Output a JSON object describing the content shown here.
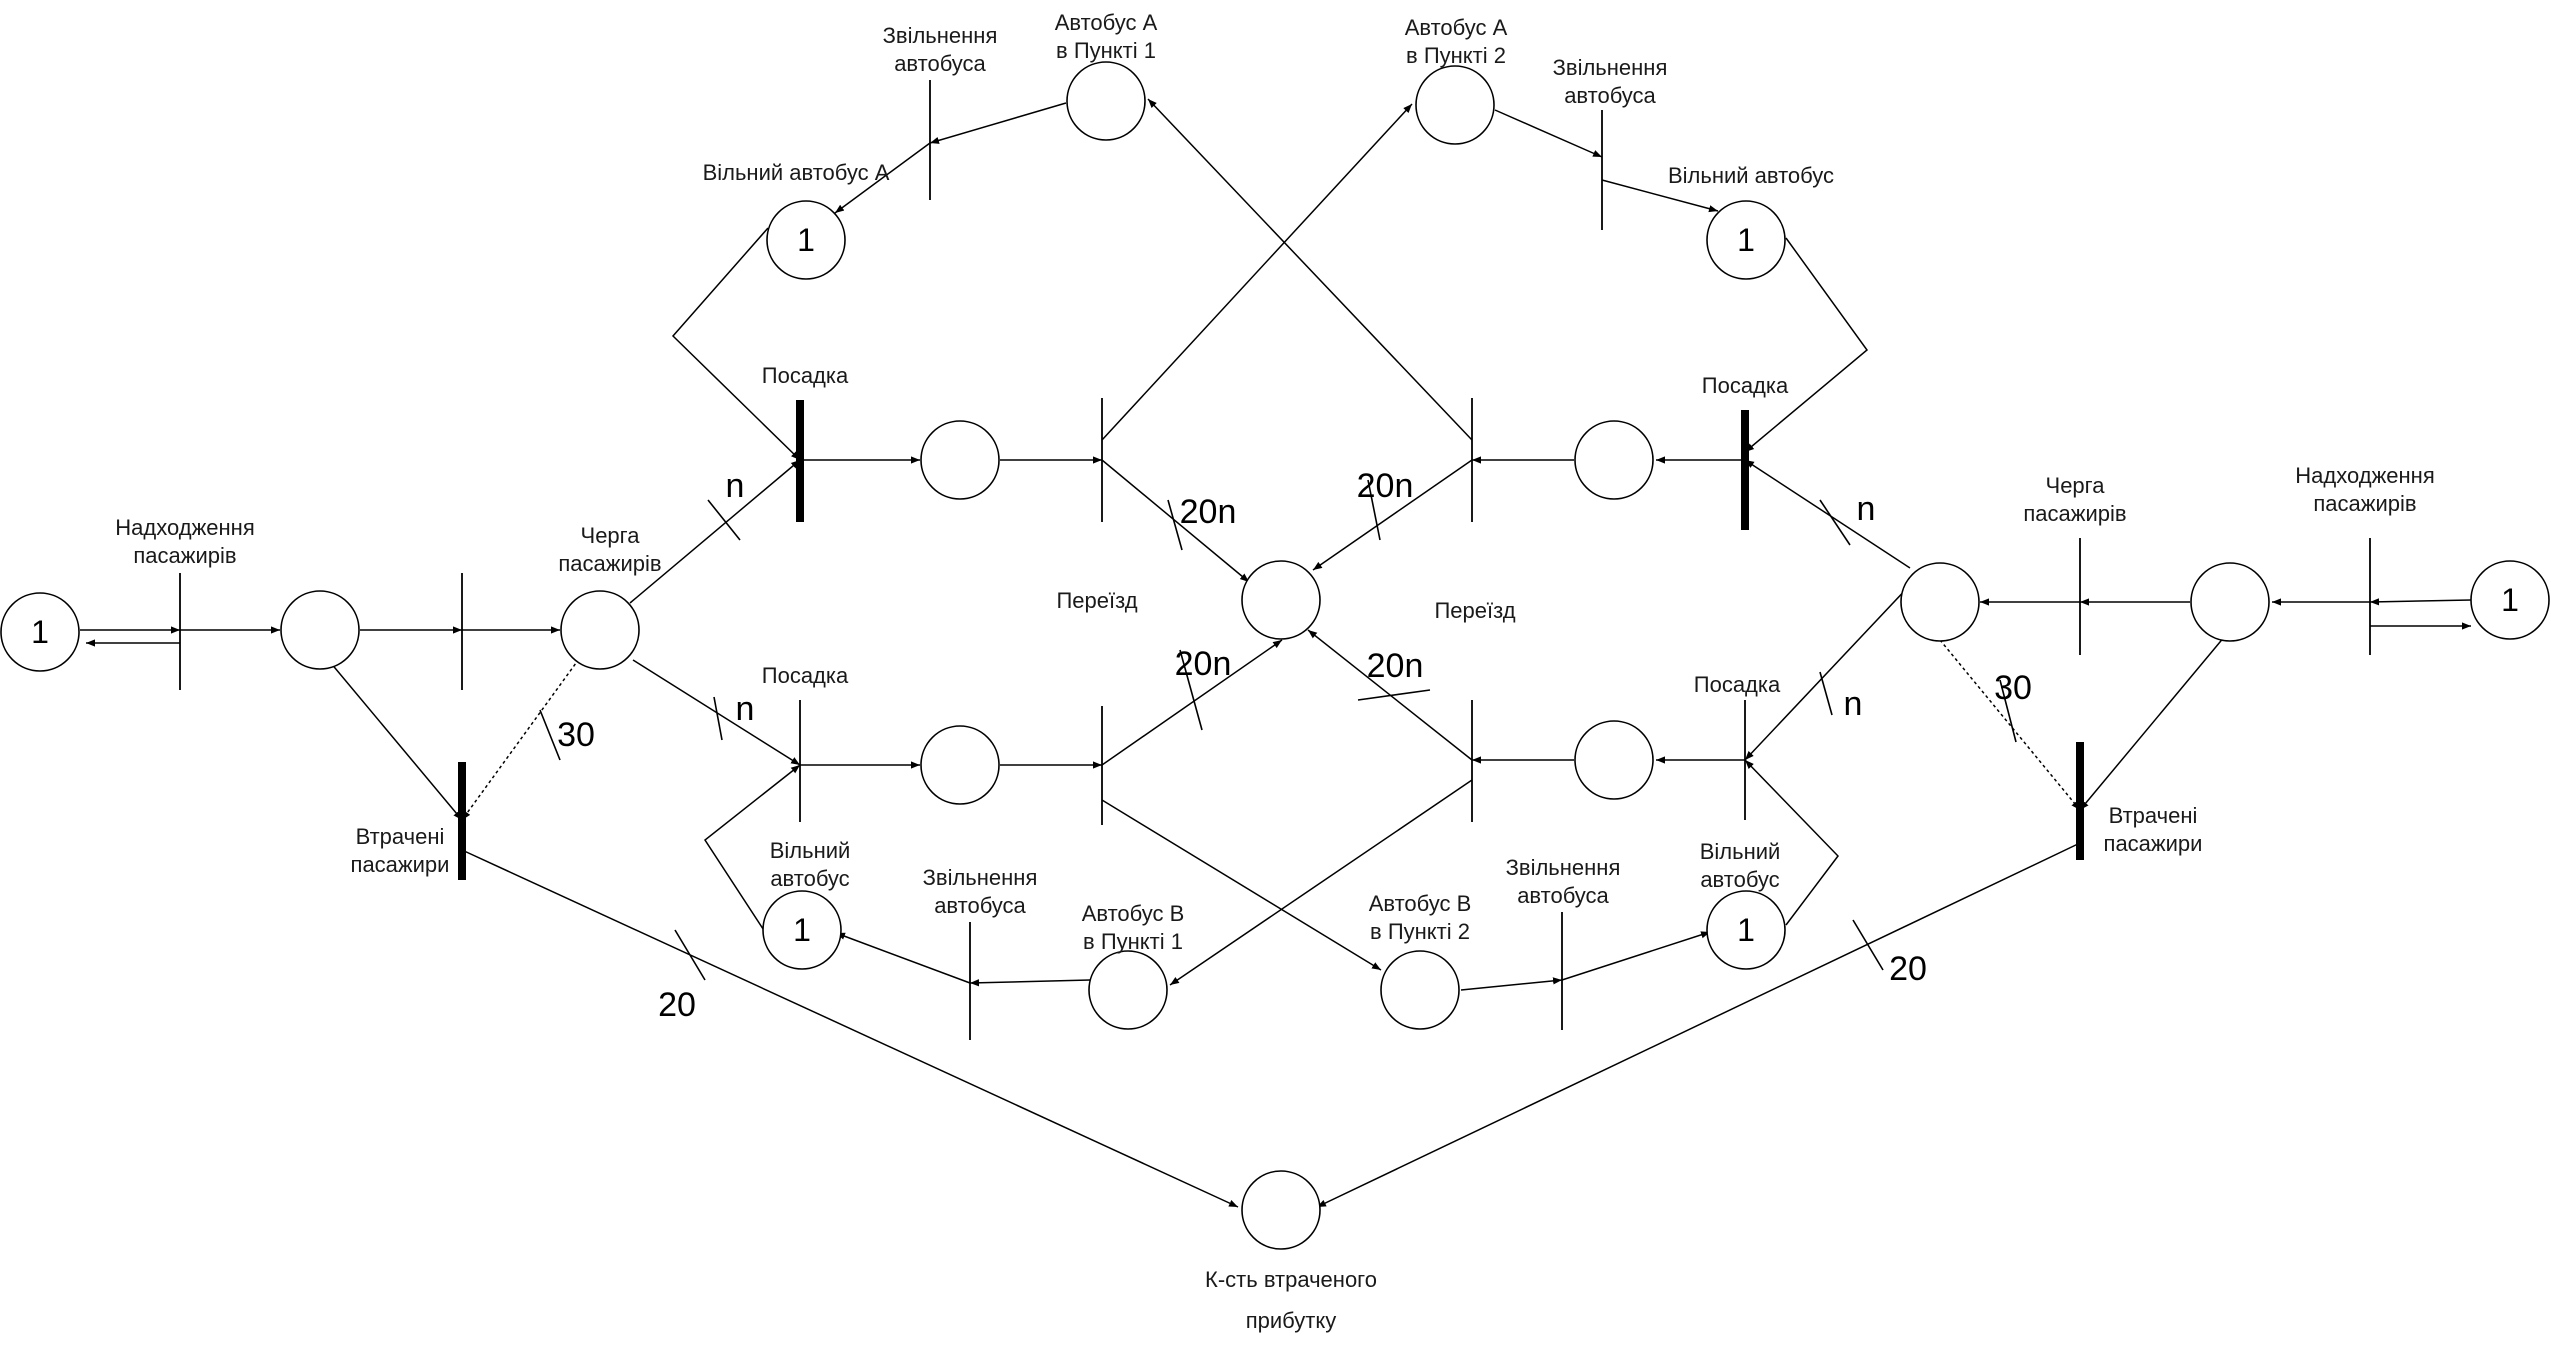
{
  "labels": {
    "arrival_left": [
      "Надходження",
      "пасажирів"
    ],
    "queue_left": [
      "Черга",
      "пасажирів"
    ],
    "lost_left": [
      "Втрачені",
      "пасажири"
    ],
    "boarding_top_left": "Посадка",
    "boarding_bottom_left": "Посадка",
    "boarding_top_right": "Посадка",
    "boarding_bottom_right": "Посадка",
    "bus_a_point1": [
      "Автобус А",
      "в Пункті 1"
    ],
    "bus_a_point2": [
      "Автобус А",
      "в Пункті 2"
    ],
    "release_a_left": [
      "Звільнення",
      "автобуса"
    ],
    "release_a_right": [
      "Звільнення",
      "автобуса"
    ],
    "free_bus_a": "Вільний автобус А",
    "free_bus_top_right": "Вільний автобус",
    "free_bus_bottom_left": [
      "Вільний",
      "автобус"
    ],
    "free_bus_bottom_right": [
      "Вільний",
      "автобус"
    ],
    "release_b_left": [
      "Звільнення",
      "автобуса"
    ],
    "release_b_right": [
      "Звільнення",
      "автобуса"
    ],
    "bus_b_point1": [
      "Автобус В",
      "в Пункті 1"
    ],
    "bus_b_point2": [
      "Автобус В",
      "в Пункті 2"
    ],
    "crossing_left": "Переїзд",
    "crossing_right": "Переїзд",
    "queue_right": [
      "Черга",
      "пасажирів"
    ],
    "arrival_right": [
      "Надходження",
      "пасажирів"
    ],
    "lost_right": [
      "Втрачені",
      "пасажири"
    ],
    "lost_profit": [
      "К-сть втраченого",
      "прибутку"
    ]
  },
  "tokens": {
    "source_left": "1",
    "free_bus_a": "1",
    "free_bus_top_right": "1",
    "free_bus_bottom_left": "1",
    "free_bus_bottom_right": "1",
    "source_right": "1"
  },
  "weights": {
    "n_top_left": "n",
    "n_bottom_left": "n",
    "n_top_right": "n",
    "n_bottom_right": "n",
    "w20n_1": "20n",
    "w20n_2": "20n",
    "w20n_3": "20n",
    "w20n_4": "20n",
    "w30_left": "30",
    "w30_right": "30",
    "w20_left": "20",
    "w20_right": "20"
  }
}
